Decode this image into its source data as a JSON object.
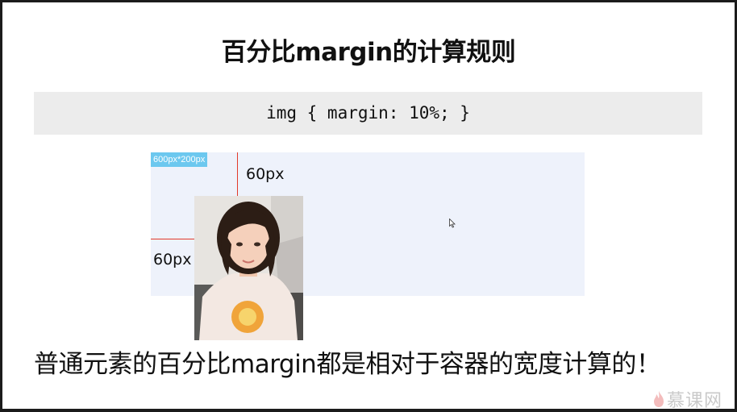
{
  "slide": {
    "title": "百分比margin的计算规则",
    "code": "img { margin: 10%; }",
    "dimension_label": "600px*200px",
    "top_margin_label": "60px",
    "left_margin_label": "60px",
    "statement": "普通元素的百分比margin都是相对于容器的宽度计算的！"
  },
  "watermark": {
    "text": "慕课网",
    "icon": "flame-logo-icon"
  },
  "colors": {
    "container": "#eef2fb",
    "code_background": "#ececec",
    "label_background": "#6cc8ef",
    "guide_line": "#e23a2a"
  }
}
